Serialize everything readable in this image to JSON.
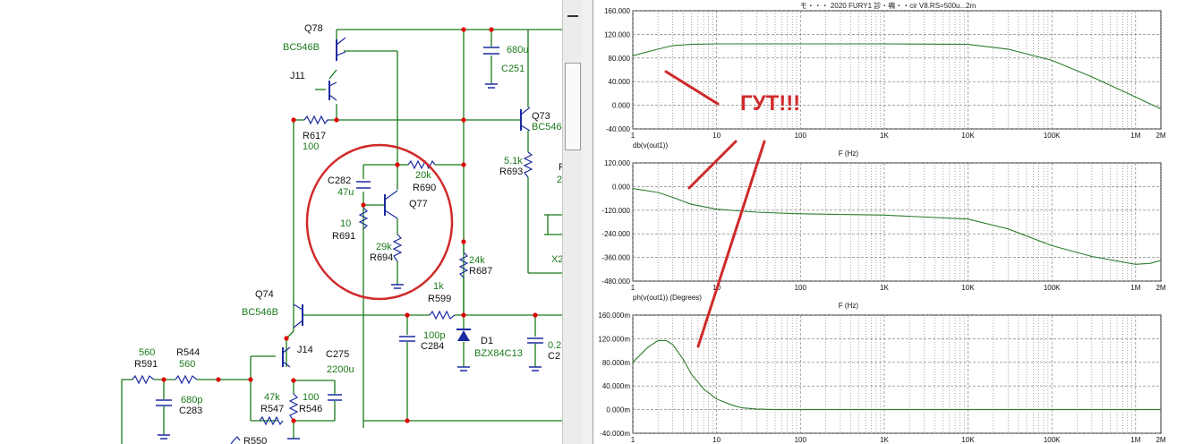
{
  "schematic": {
    "components": {
      "q78_ref": "Q78",
      "q78_val": "BC546B",
      "c251_val": "680u",
      "c251_ref": "C251",
      "j11_ref": "J11",
      "r617_ref": "R617",
      "r617_val": "100",
      "q73_ref": "Q73",
      "q73_val": "BC546",
      "r693_val": "5.1k",
      "r693_ref": "R693",
      "c282_ref": "C282",
      "c282_val": "47u",
      "r690_val": "20k",
      "r690_ref": "R690",
      "q77_ref": "Q77",
      "r691_val": "10",
      "r691_ref": "R691",
      "r694_val": "29k",
      "r694_ref": "R694",
      "r687_val": "24k",
      "r687_ref": "R687",
      "r599_val": "1k",
      "r599_ref": "R599",
      "q74_ref": "Q74",
      "q74_val": "BC546B",
      "c284_val": "100p",
      "c284_ref": "C284",
      "d1_ref": "D1",
      "d1_val": "BZX84C13",
      "r591_val": "560",
      "r591_ref": "R591",
      "r544_ref": "R544",
      "r544_val": "560",
      "j14_ref": "J14",
      "c275_ref": "C275",
      "c275_val": "2200u",
      "c283_val": "680p",
      "c283_ref": "C283",
      "r547_val": "47k",
      "r547_ref": "R547",
      "r546_val": "100",
      "r546_ref": "R546",
      "r550_ref": "R550",
      "x2_partial": "X2",
      "c_partial_val": "0.2",
      "c_partial_ref": "C2",
      "f_partial": "F",
      "two_partial": "2"
    }
  },
  "plot_window": {
    "title": "モ・・・ 2020 FURY1 診・鴾・・cir V8.RS=500u...2m",
    "annotation": "ГУТ!!!",
    "colors": {
      "trace": "#2e7d2e",
      "annotation": "#d02a2a",
      "grid": "#707070",
      "schematic_wire": "#1a7a1a",
      "node": "#e00000"
    }
  },
  "chart_data": [
    {
      "type": "line",
      "title": "",
      "xlabel": "F (Hz)",
      "ylabel": "db(v(out1))",
      "x_scale": "log",
      "xlim": [
        1,
        2000000
      ],
      "ylim": [
        -40,
        160
      ],
      "x_ticks": [
        "1",
        "10",
        "100",
        "1K",
        "10K",
        "100K",
        "1M",
        "2M"
      ],
      "y_ticks": [
        "160.000",
        "120.000",
        "80.000",
        "40.000",
        "0.000",
        "-40.000"
      ],
      "x": [
        1,
        2,
        3,
        5,
        10,
        30,
        100,
        1000,
        10000,
        30000,
        100000,
        300000,
        1000000,
        2000000
      ],
      "y": [
        84,
        95,
        101,
        103,
        104,
        104,
        104,
        104,
        103,
        95,
        76,
        48,
        14,
        -6
      ]
    },
    {
      "type": "line",
      "title": "",
      "xlabel": "F (Hz)",
      "ylabel": "ph(v(out1)) (Degrees)",
      "x_scale": "log",
      "xlim": [
        1,
        2000000
      ],
      "ylim": [
        -480,
        120
      ],
      "x_ticks": [
        "1",
        "10",
        "100",
        "1K",
        "10K",
        "100K",
        "1M",
        "2M"
      ],
      "y_ticks": [
        "120.000",
        "0.000",
        "-120.000",
        "-240.000",
        "-360.000",
        "-480.000"
      ],
      "x": [
        1,
        2,
        3,
        5,
        10,
        30,
        100,
        1000,
        10000,
        30000,
        100000,
        300000,
        1000000,
        1500000,
        2000000
      ],
      "y": [
        -10,
        -30,
        -55,
        -90,
        -115,
        -130,
        -138,
        -145,
        -165,
        -215,
        -300,
        -355,
        -395,
        -390,
        -375
      ]
    },
    {
      "type": "line",
      "title": "",
      "xlabel": "",
      "ylabel": "",
      "x_scale": "log",
      "xlim": [
        1,
        2000000
      ],
      "ylim": [
        -40,
        160
      ],
      "x_ticks": [
        "1",
        "10",
        "100",
        "1K",
        "10K",
        "100K",
        "1M",
        "2M"
      ],
      "y_ticks": [
        "160.000m",
        "120.000m",
        "80.000m",
        "40.000m",
        "0.000m",
        "-40.000m"
      ],
      "x": [
        1,
        1.5,
        2,
        2.5,
        3,
        4,
        5,
        7,
        10,
        15,
        20,
        30,
        50,
        100,
        1000,
        2000000
      ],
      "y": [
        80,
        105,
        117,
        117,
        110,
        85,
        60,
        35,
        18,
        8,
        3,
        1,
        0,
        0,
        0,
        0
      ]
    }
  ]
}
